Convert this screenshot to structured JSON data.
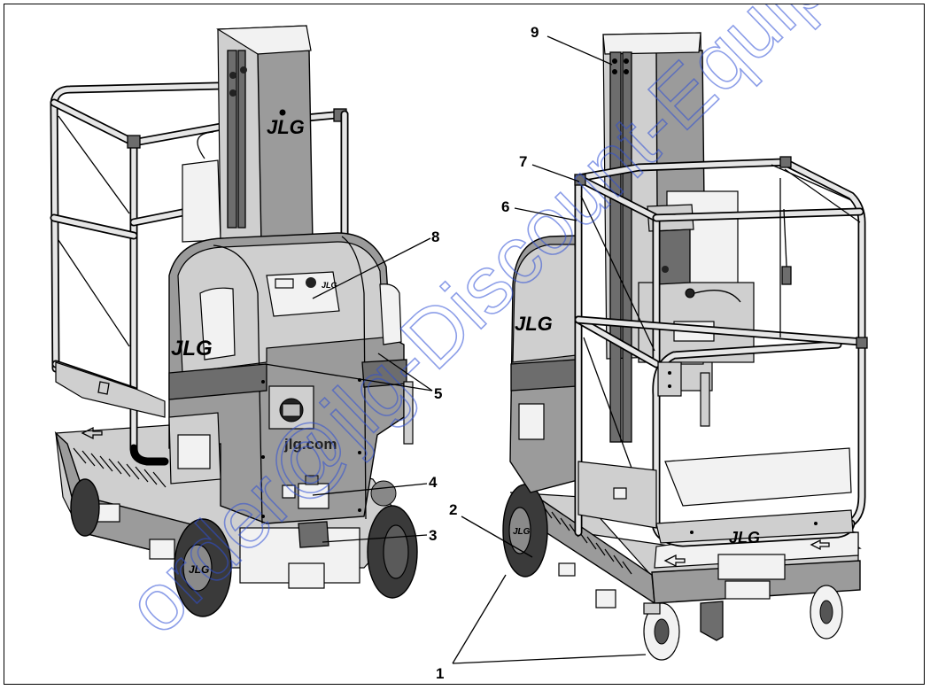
{
  "figure": {
    "brand_logo": "JLG",
    "website": "jlg.com",
    "watermark": "order@jlg-Discount-Equipment"
  },
  "callouts": [
    "1",
    "2",
    "3",
    "4",
    "5",
    "6",
    "7",
    "8",
    "9"
  ]
}
